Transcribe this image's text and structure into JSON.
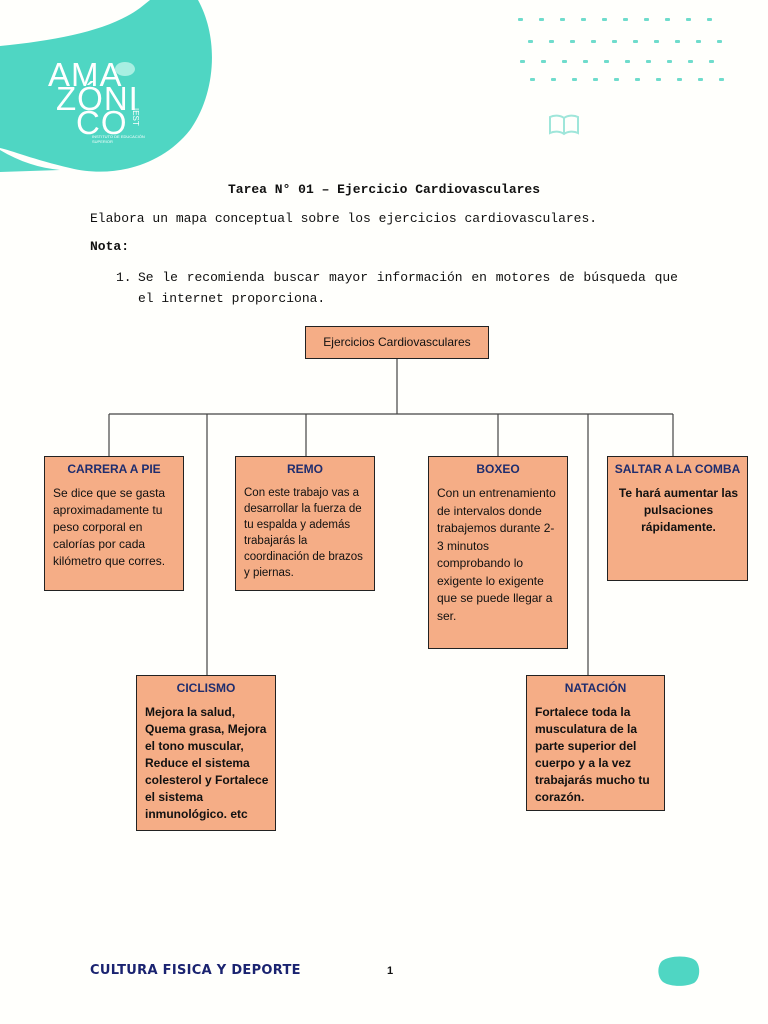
{
  "logo": {
    "line1": "AMA",
    "line2": "ZÓNI",
    "line3": "CO",
    "est": "IEST",
    "tagline": "INSTITUTO DE EDUCACIÓN SUPERIOR",
    "brand_color": "#4fd6c3"
  },
  "document": {
    "title": "Tarea N° 01 – Ejercicio Cardiovasculares",
    "instruction": "Elabora un mapa conceptual sobre los ejercicios cardiovasculares.",
    "note_label": "Nota:",
    "notes": [
      {
        "number": "1.",
        "text": "Se le recomienda buscar mayor información en motores de búsqueda que el internet proporciona."
      }
    ]
  },
  "concept_map": {
    "root": "Ejercicios Cardiovasculares",
    "box_color": "#f5ad86",
    "title_color": "#1f2d6e",
    "nodes": {
      "carrera": {
        "title": "CARRERA A PIE",
        "body": "Se dice que se gasta aproximadamente tu peso corporal en calorías por cada kilómetro que corres."
      },
      "remo": {
        "title": "REMO",
        "body": "Con este trabajo vas a desarrollar la fuerza de tu espalda y además trabajarás la coordinación de brazos y piernas."
      },
      "boxeo": {
        "title": "BOXEO",
        "body": "Con un entrenamiento de intervalos donde trabajemos durante 2-3 minutos comprobando lo exigente lo exigente que se puede llegar a ser."
      },
      "saltar": {
        "title": "SALTAR A LA COMBA",
        "body": "Te hará aumentar las pulsaciones rápidamente."
      },
      "ciclismo": {
        "title": "CICLISMO",
        "body": "Mejora la salud, Quema grasa, Mejora el tono muscular, Reduce el sistema colesterol y Fortalece el sistema inmunológico. etc"
      },
      "natacion": {
        "title": "NATACIÓN",
        "body": "Fortalece toda la musculatura de la parte superior del cuerpo y a la vez trabajarás mucho tu corazón."
      }
    }
  },
  "footer": {
    "course": "CULTURA FISICA Y DEPORTE",
    "page": "1",
    "text_color": "#1a2370"
  }
}
